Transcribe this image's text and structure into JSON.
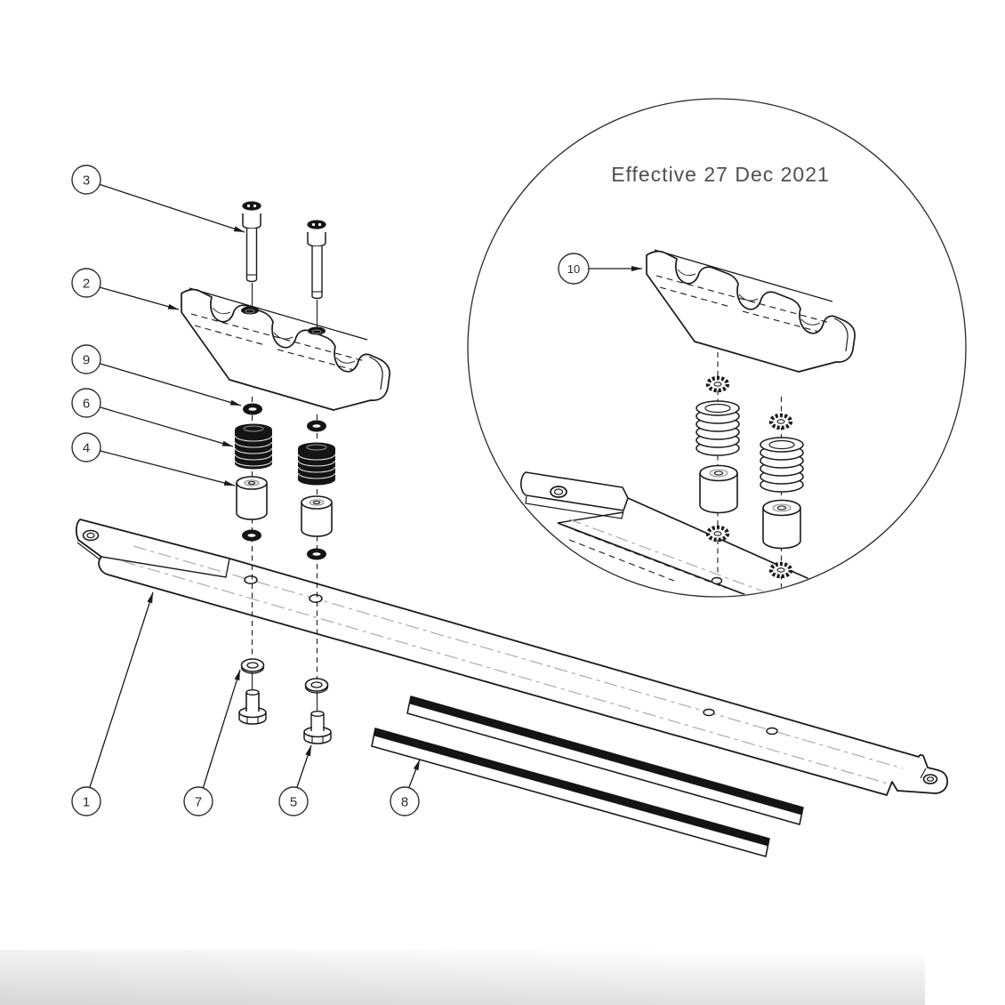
{
  "note": {
    "effective_date_label": "Effective 27 Dec 2021"
  },
  "callouts": {
    "c1": "1",
    "c2": "2",
    "c3": "3",
    "c4": "4",
    "c5": "5",
    "c6": "6",
    "c7": "7",
    "c8": "8",
    "c9": "9",
    "c10": "10"
  },
  "colors": {
    "background": "#ffffff",
    "line": "#1a1a1a",
    "centerline": "#ababab",
    "note_text": "#4f4f4f",
    "solid_fill": "#141414"
  }
}
